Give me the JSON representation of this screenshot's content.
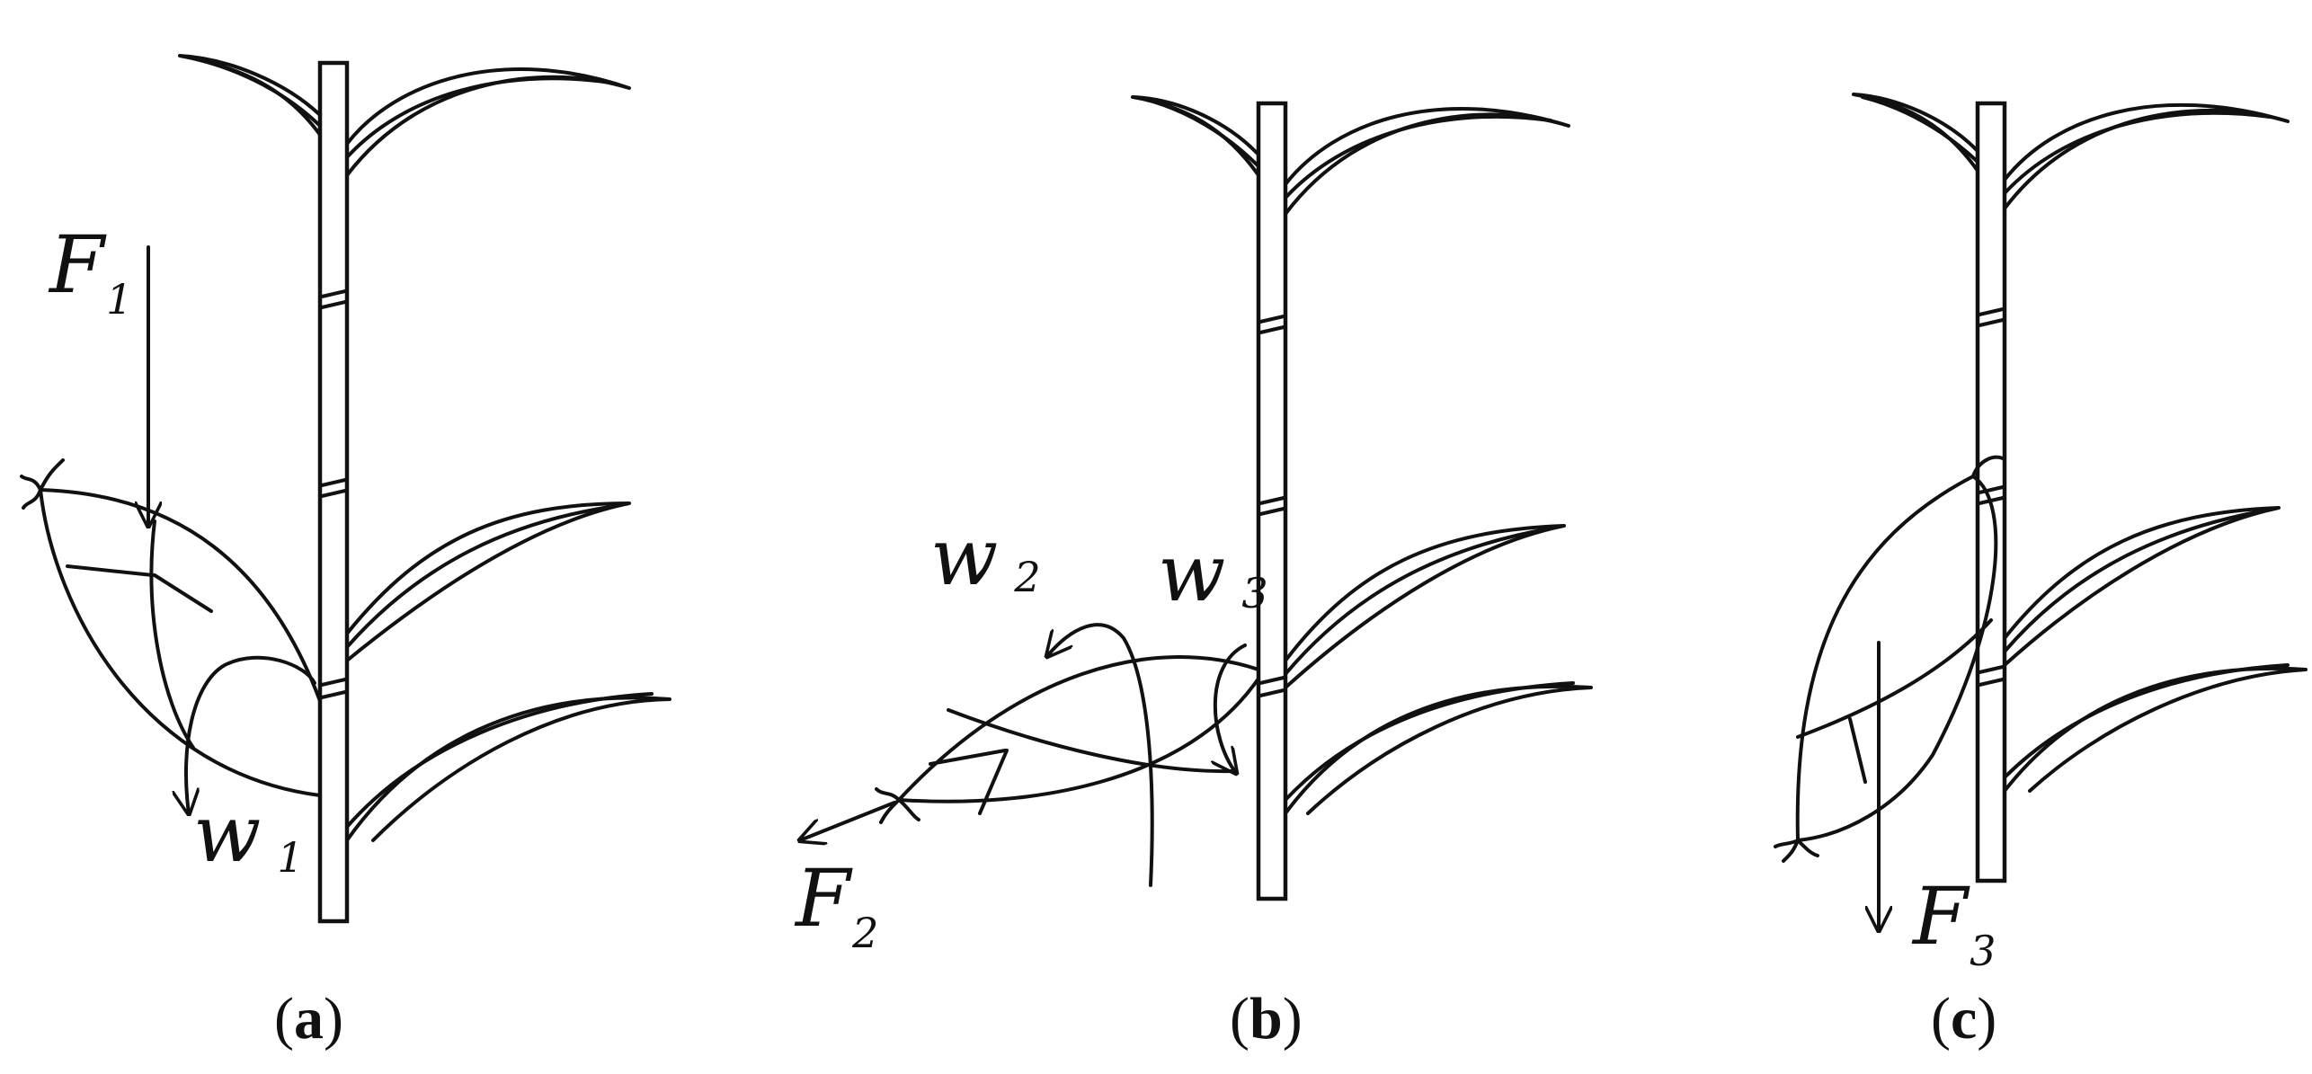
{
  "panels": [
    {
      "id": "a",
      "caption": {
        "open": "(",
        "letter": "a",
        "close": ")"
      },
      "force": {
        "symbol": "F",
        "sub": "1"
      },
      "rotation": {
        "symbol": "w",
        "sub": "1"
      }
    },
    {
      "id": "b",
      "caption": {
        "open": "(",
        "letter": "b",
        "close": ")"
      },
      "force": {
        "symbol": "F",
        "sub": "2"
      },
      "rotation_a": {
        "symbol": "w",
        "sub": "2"
      },
      "rotation_b": {
        "symbol": "w",
        "sub": "3"
      }
    },
    {
      "id": "c",
      "caption": {
        "open": "(",
        "letter": "c",
        "close": ")"
      },
      "force": {
        "symbol": "F",
        "sub": "3"
      }
    }
  ],
  "colors": {
    "ink": "#111111",
    "background": "#ffffff"
  }
}
